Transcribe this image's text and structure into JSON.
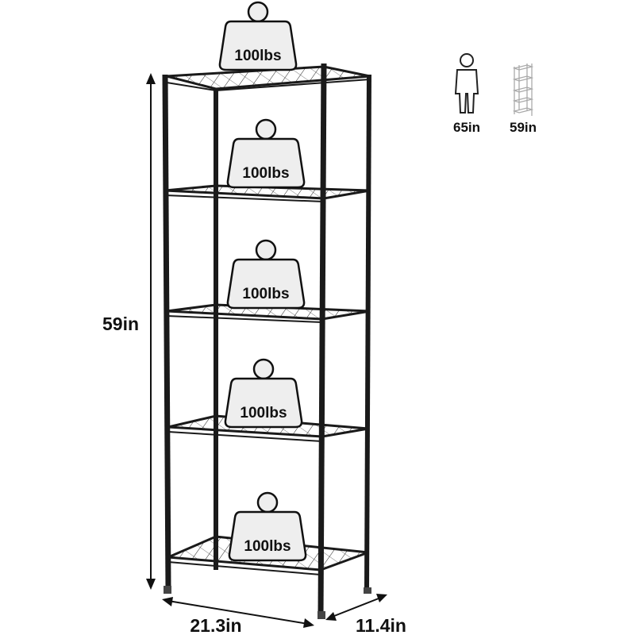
{
  "weights": [
    {
      "label": "100lbs"
    },
    {
      "label": "100lbs"
    },
    {
      "label": "100lbs"
    },
    {
      "label": "100lbs"
    },
    {
      "label": "100lbs"
    }
  ],
  "dimensions": {
    "height": "59in",
    "width": "21.3in",
    "depth": "11.4in"
  },
  "comparison": {
    "person_height": "65in",
    "shelf_height": "59in",
    "person_icon": "person-icon",
    "shelf_icon": "shelf-icon"
  },
  "colors": {
    "frame": "#1a1a1a",
    "weight_fill": "#eeeeee"
  }
}
